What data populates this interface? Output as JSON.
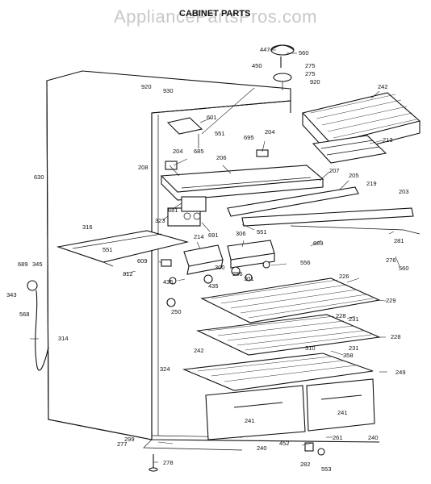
{
  "watermark": "AppliancePartsPros.com",
  "title": "CABINET PARTS",
  "part_labels": [
    "447",
    "560",
    "450",
    "275",
    "275",
    "920",
    "920",
    "930",
    "242",
    "601",
    "551",
    "695",
    "204",
    "204",
    "685",
    "213",
    "630",
    "208",
    "206",
    "207",
    "205",
    "219",
    "203",
    "681",
    "323",
    "691",
    "551",
    "316",
    "214",
    "306",
    "689",
    "551",
    "276",
    "560",
    "281",
    "609",
    "300",
    "556",
    "689",
    "345",
    "312",
    "435",
    "435",
    "301",
    "256",
    "226",
    "343",
    "250",
    "229",
    "228",
    "231",
    "228",
    "231",
    "568",
    "314",
    "358",
    "242",
    "310",
    "249",
    "324",
    "241",
    "241",
    "299",
    "277",
    "240",
    "240",
    "452",
    "261",
    "278",
    "282",
    "553"
  ]
}
